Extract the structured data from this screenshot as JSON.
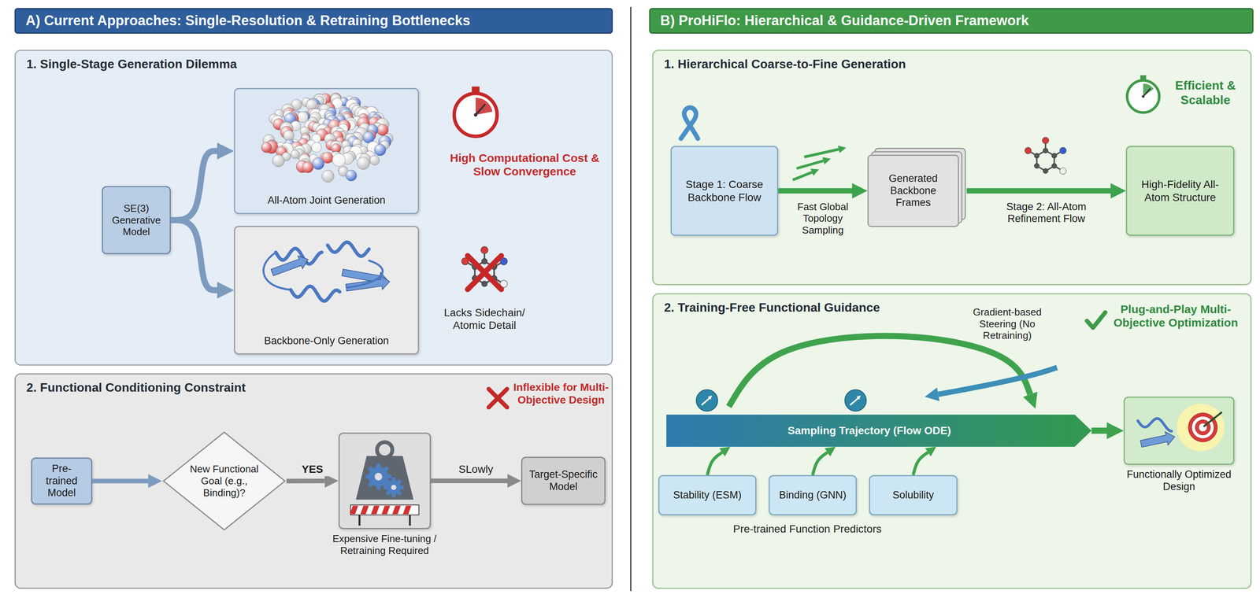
{
  "diagram": {
    "nodes": [
      {
        "text": [
          "A) Current Approaches: Single-Resolution & Retraining Bottlenecks"
        ]
      },
      {
        "text": [
          "1. Single-Stage Generation Dilemma"
        ]
      },
      {
        "text": [
          "SE(3) Generative Model"
        ],
        "in": 1
      },
      {
        "text": [
          "All-Atom Joint Generation"
        ],
        "in": 1
      },
      {
        "text": [
          "Backbone-Only Generation"
        ],
        "in": 1
      },
      {
        "text": [
          "2. Functional Conditioning Constraint"
        ]
      },
      {
        "text": [
          "Pre-trained Model"
        ],
        "in": 5
      },
      {
        "text": [
          "New Functional Goal (e.g., Binding)?"
        ],
        "in": 5
      },
      {
        "text": [
          "Expensive Fine-tuning / Retraining Required"
        ],
        "in": 5
      },
      {
        "text": [
          "Target-Specific Model"
        ],
        "in": 5
      },
      {
        "text": [
          "B) ProHiFlo: Hierarchical & Guidance-Driven Framework"
        ]
      },
      {
        "text": [
          "1. Hierarchical Coarse-to-Fine Generation"
        ]
      },
      {
        "text": [
          "Stage 1: Coarse Backbone Flow"
        ],
        "in": 11
      },
      {
        "text": [
          "Generated Backbone Frames"
        ],
        "in": 11
      },
      {
        "text": [
          "High-Fidelity All-Atom Structure"
        ],
        "in": 11
      },
      {
        "text": [
          "2. Training-Free Functional Guidance"
        ]
      },
      {
        "text": [
          "Sampling Trajectory (Flow ODE)"
        ],
        "in": 15
      },
      {
        "text": [
          "Stability (ESM)"
        ],
        "in": 15
      },
      {
        "text": [
          "Binding (GNN)"
        ],
        "in": 15
      },
      {
        "text": [
          "Solubility"
        ],
        "in": 15
      },
      {
        "text": [
          "Functionally Optimized Design"
        ],
        "in": 15
      }
    ],
    "edges": [
      {
        "from": 2,
        "to": 3,
        "arrow": "to"
      },
      {
        "from": 2,
        "to": 4,
        "arrow": "to"
      },
      {
        "from": 6,
        "to": 7,
        "arrow": "to"
      },
      {
        "from": 7,
        "to": 8,
        "label": "YES",
        "arrow": "to"
      },
      {
        "from": 8,
        "to": 9,
        "label": "SLowly",
        "arrow": "to"
      },
      {
        "from": 12,
        "to": 13,
        "label": "Fast Global Topology Sampling",
        "arrow": "to"
      },
      {
        "from": 13,
        "to": 14,
        "label": "Stage 2: All-Atom Refinement Flow",
        "arrow": "to"
      },
      {
        "from": 17,
        "to": 16,
        "arrow": "to"
      },
      {
        "from": 18,
        "to": 16,
        "arrow": "to"
      },
      {
        "from": 19,
        "to": 16,
        "arrow": "to"
      },
      {
        "from": 16,
        "to": 20,
        "arrow": "to"
      }
    ],
    "labels": [
      "High Computational Cost & Slow Convergence",
      "Lacks Sidechain/ Atomic Detail",
      "Inflexible for Multi-Objective Design",
      "Efficient & Scalable",
      "Gradient-based Steering (No Retraining)",
      "Plug-and-Play Multi-Objective Optimization",
      "Pre-trained Function Predictors"
    ]
  }
}
